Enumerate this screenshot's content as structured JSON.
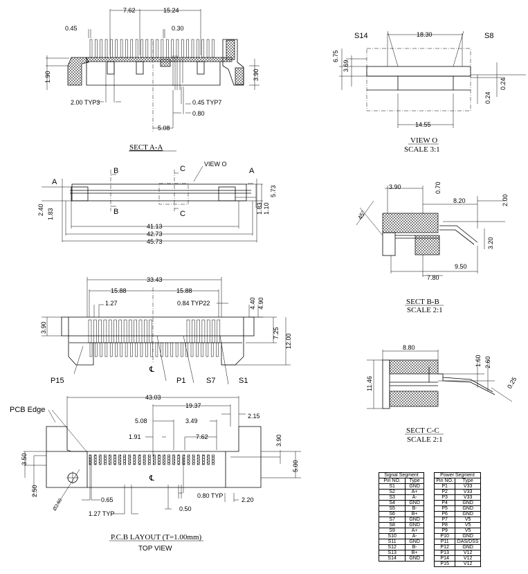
{
  "sect_aa": {
    "title": "SECT A-A",
    "dims": [
      "7.62",
      "15.24",
      "0.45",
      "0.30",
      "1.90",
      "3.90",
      "2.00 TYP3",
      "0.45 TYP7",
      "0.80",
      "5.08"
    ]
  },
  "view_o": {
    "title": "VIEW O",
    "scale": "SCALE 3:1",
    "labels": [
      "S14",
      "18.30",
      "S8",
      "6.75",
      "3.69",
      "0.24",
      "0.24",
      "14.55"
    ]
  },
  "front_view": {
    "labels": [
      "B",
      "B",
      "C",
      "C",
      "VIEW O",
      "A",
      "A",
      "2.40",
      "1.83",
      "1.83",
      "1.10",
      "5.73",
      "41.13",
      "42.73",
      "45.73"
    ]
  },
  "bottom_view": {
    "labels": [
      "33.43",
      "15.88",
      "15.88",
      "1.27",
      "0.84 TYP22",
      "4.40",
      "4.90",
      "3.90",
      "7.25",
      "12.00",
      "P15",
      "P1",
      "S7",
      "S1",
      "℄"
    ]
  },
  "sect_bb": {
    "title": "SECT B-B",
    "scale": "SCALE 2:1",
    "labels": [
      "3.90",
      "0.70",
      "8.20",
      "2.00",
      "45°",
      "3.20",
      "9.50",
      "7.80"
    ]
  },
  "sect_cc": {
    "title": "SECT C-C",
    "scale": "SCALE 2:1",
    "labels": [
      "8.80",
      "1.60",
      "2.60",
      "11.46",
      "0.25"
    ]
  },
  "pcb_layout": {
    "title": "P.C.B LAYOUT (T=1.00mm)",
    "subtitle": "TOP VIEW",
    "labels": [
      "PCB Edge",
      "43.03",
      "19.37",
      "2.15",
      "5.08",
      "3.49",
      "1.91",
      "7.62",
      "3.90",
      "5.00",
      "3.50",
      "2.50",
      "Ø2.60",
      "0.65",
      "0.80 TYP",
      "2.20",
      "0.50",
      "1.27 TYP",
      "℄"
    ]
  },
  "signal_table": {
    "title": "Signal Segment",
    "headers": [
      "Pin NO.",
      "Type"
    ],
    "rows": [
      [
        "S1",
        "GND"
      ],
      [
        "S2",
        "A+"
      ],
      [
        "S3",
        "A-"
      ],
      [
        "S4",
        "GND"
      ],
      [
        "S5",
        "B-"
      ],
      [
        "S6",
        "B+"
      ],
      [
        "S7",
        "GND"
      ],
      [
        "S8",
        "GND"
      ],
      [
        "S9",
        "A+"
      ],
      [
        "S10",
        "A-"
      ],
      [
        "S11",
        "GND"
      ],
      [
        "S12",
        "B-"
      ],
      [
        "S13",
        "B+"
      ],
      [
        "S14",
        "GND"
      ]
    ]
  },
  "power_table": {
    "title": "Power Segment",
    "headers": [
      "Pin NO.",
      "Type"
    ],
    "rows": [
      [
        "P1",
        "V33"
      ],
      [
        "P2",
        "V33"
      ],
      [
        "P3",
        "V33"
      ],
      [
        "P4",
        "GND"
      ],
      [
        "P5",
        "GND"
      ],
      [
        "P6",
        "GND"
      ],
      [
        "P7",
        "V5"
      ],
      [
        "P8",
        "V5"
      ],
      [
        "P9",
        "V5"
      ],
      [
        "P10",
        "GND"
      ],
      [
        "P11",
        "DAS/DSS"
      ],
      [
        "P12",
        "GND"
      ],
      [
        "P13",
        "V12"
      ],
      [
        "P14",
        "V12"
      ],
      [
        "P15",
        "V12"
      ]
    ]
  }
}
